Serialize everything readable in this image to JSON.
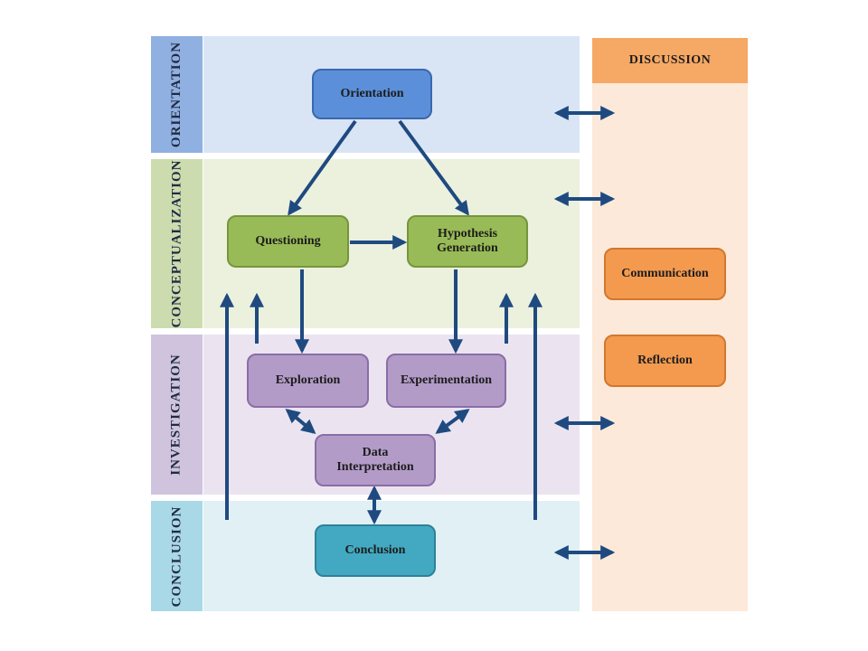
{
  "phases": {
    "orientation": "ORIENTATION",
    "conceptualization": "CONCEPTUALIZATION",
    "investigation": "INVESTIGATION",
    "conclusion": "CONCLUSION"
  },
  "nodes": {
    "orientation": "Orientation",
    "questioning": "Questioning",
    "hypothesis": "Hypothesis Generation",
    "exploration": "Exploration",
    "experimentation": "Experimentation",
    "data_interpretation": "Data Interpretation",
    "conclusion": "Conclusion"
  },
  "discussion": {
    "title": "DISCUSSION",
    "items": [
      "Communication",
      "Reflection"
    ]
  },
  "colors": {
    "arrow": "#1f4a80",
    "orientation_band": "#d9e5f5",
    "conceptualization_band": "#ebf1dd",
    "investigation_band": "#ebe4f0",
    "conclusion_band": "#e0f0f5",
    "discussion_panel": "#fde9d9"
  }
}
